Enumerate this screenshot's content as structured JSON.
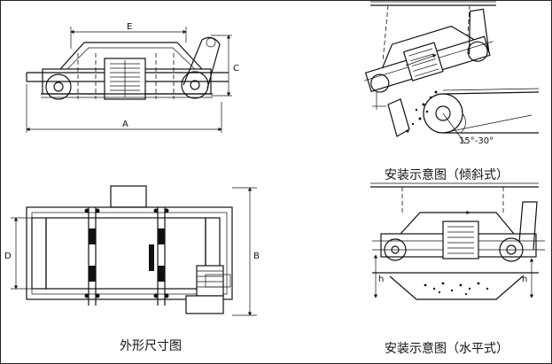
{
  "captions": {
    "outline": "外形尺寸图",
    "tilted": "安装示意图（倾斜式）",
    "horizontal": "安装示意图（水平式）"
  },
  "dimensions": {
    "A": "A",
    "B": "B",
    "C": "C",
    "D": "D",
    "E": "E"
  },
  "angle_label": "15°-30°",
  "height_labels": {
    "h_left": "h",
    "h_right": "h"
  }
}
